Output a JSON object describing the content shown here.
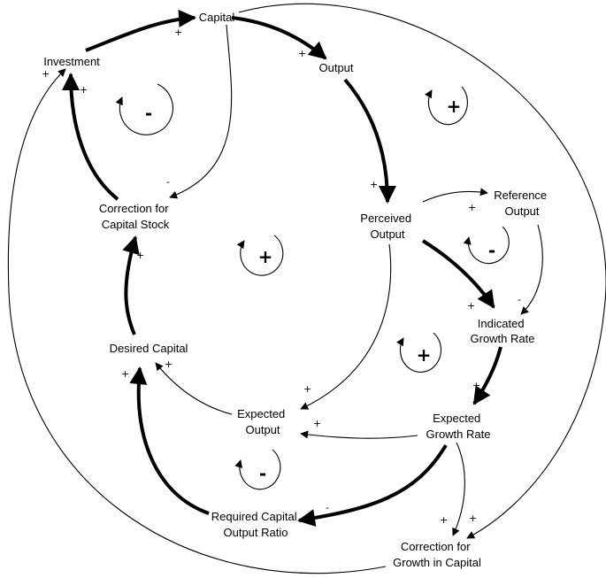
{
  "nodes": {
    "capital": "Capital",
    "investment": "Investment",
    "output": "Output",
    "correction_capital_stock": [
      "Correction for",
      "Capital Stock"
    ],
    "perceived_output": [
      "Perceived",
      "Output"
    ],
    "reference_output": [
      "Reference",
      "Output"
    ],
    "indicated_growth_rate": [
      "Indicated",
      "Growth Rate"
    ],
    "desired_capital": "Desired Capital",
    "expected_output": [
      "Expected",
      "Output"
    ],
    "expected_growth_rate": [
      "Expected",
      "Growth Rate"
    ],
    "required_capital_output_ratio": [
      "Required Capital",
      "Output Ratio"
    ],
    "correction_growth_capital": [
      "Correction for",
      "Growth in Capital"
    ]
  },
  "polarities": {
    "investment_to_capital": "+",
    "capital_to_output": "+",
    "capital_to_correction": "-",
    "correction_to_investment": "+",
    "growth_correction_to_investment": "+",
    "output_to_perceived": "+",
    "perceived_to_reference": "+",
    "reference_to_indicated": "-",
    "perceived_to_indicated": "+",
    "indicated_to_expected_growth": "+",
    "expected_growth_to_expected_output": "+",
    "perceived_to_expected_output": "+",
    "expected_output_to_desired": "+",
    "ratio_to_desired": "+",
    "desired_to_correction": "+",
    "growth_to_ratio": "-",
    "capital_to_growth_correction": "+",
    "growth_to_growth_correction": "+"
  },
  "loops": {
    "capital_correction": "-",
    "top_right": "+",
    "center": "+",
    "reference": "-",
    "growth": "+",
    "ratio": "-"
  }
}
